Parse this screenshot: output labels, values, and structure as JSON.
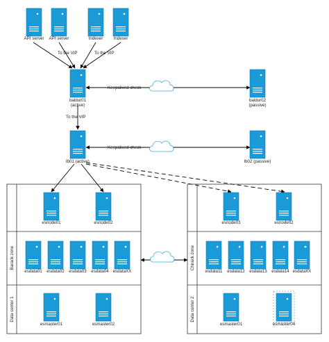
{
  "colors": {
    "server": "#1a9ad6",
    "server_dark": "#137db0",
    "line": "#000000",
    "cloud": "#39a9dc",
    "box": "#333333"
  },
  "icons": {
    "server": "server-icon",
    "cloud": "cloud-icon"
  },
  "top": {
    "api_server_1": "API server",
    "api_server_2": "API server",
    "indexer_1": "Indexer",
    "indexer_2": "Indexer",
    "to_vip_left": "To the VIP",
    "to_vip_right": "To the VIP"
  },
  "proxy": {
    "baldur01": "baldur01",
    "baldur01_state": "(active)",
    "baldur02": "baldur02",
    "baldur02_state": "(passive)",
    "keepalived_1": "Keepalived check",
    "to_vip_mid": "To the VIP"
  },
  "lb": {
    "lb01": "lb01 (active)",
    "lb02": "lb02 (passive)",
    "keepalived_2": "Keepalived check"
  },
  "dc1": {
    "zone_label": "Barack zone",
    "dc_label": "Data center 1",
    "esnodes": [
      "esnode01",
      "esnode02"
    ],
    "esdata": [
      "esdata01",
      "esdata02",
      "esdata03",
      "esdata04",
      "esdataXX"
    ],
    "esmasters": [
      "esmaster01",
      "esmaster02"
    ]
  },
  "dc2": {
    "zone_label": "Chirack zone",
    "dc_label": "Data center 2",
    "esnodes": [
      "esnode03",
      "esnode02"
    ],
    "esdata": [
      "esdata11",
      "esdata12",
      "esdata13",
      "esdata14",
      "esdataXX"
    ],
    "esmasters": [
      "esmaster01",
      "esmaster04"
    ]
  }
}
